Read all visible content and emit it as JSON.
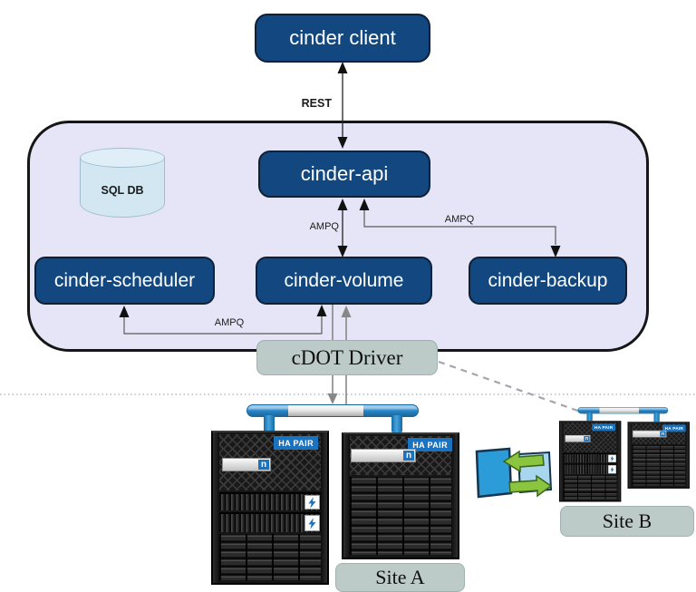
{
  "nodes": {
    "client": {
      "label": "cinder client"
    },
    "api": {
      "label": "cinder-api"
    },
    "scheduler": {
      "label": "cinder-scheduler"
    },
    "volume": {
      "label": "cinder-volume"
    },
    "backup": {
      "label": "cinder-backup"
    },
    "database": {
      "label": "SQL DB"
    },
    "driver": {
      "label": "cDOT Driver"
    }
  },
  "connections": {
    "rest": {
      "label": "REST"
    },
    "ampq_api_volume": {
      "label": "AMPQ"
    },
    "ampq_api_backup": {
      "label": "AMPQ"
    },
    "ampq_volume_scheduler": {
      "label": "AMPQ"
    }
  },
  "storage": {
    "ha_pair_label": "HA PAIR",
    "netapp_logo_letter": "n",
    "site_a": {
      "label": "Site A"
    },
    "site_b": {
      "label": "Site B"
    }
  },
  "colors": {
    "node_fill": "#12477f",
    "container_fill": "#e6e5f8",
    "database_fill": "#d2e7f2",
    "driver_fill": "#bccbc7",
    "ha_badge_blue": "#1a73bf",
    "interconnect_blue": "#2c8fd0",
    "replication_arrow_green": "#8bc43e",
    "replication_panel_dark": "#2b9cd8",
    "replication_panel_light": "#a9d6ef"
  }
}
